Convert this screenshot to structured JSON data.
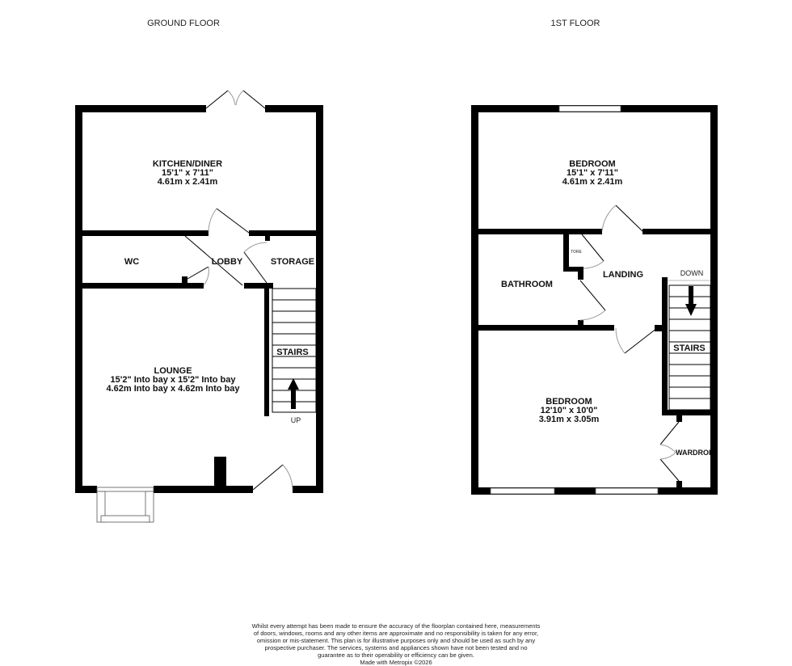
{
  "floors": [
    {
      "title": "GROUND FLOOR",
      "rooms": {
        "kitchen": {
          "name": "KITCHEN/DINER",
          "imperial": "15'1\"  x 7'11\"",
          "metric": "4.61m  x 2.41m"
        },
        "wc": {
          "name": "WC"
        },
        "lobby": {
          "name": "LOBBY"
        },
        "storage": {
          "name": "STORAGE"
        },
        "stairs": {
          "name": "STAIRS",
          "direction": "UP"
        },
        "lounge": {
          "name": "LOUNGE",
          "imperial": "15'2\" Into bay x 15'2\" Into bay",
          "metric": "4.62m Into bay x 4.62m Into bay"
        }
      }
    },
    {
      "title": "1ST FLOOR",
      "rooms": {
        "bedroom1": {
          "name": "BEDROOM",
          "imperial": "15'1\"  x 7'11\"",
          "metric": "4.61m  x 2.41m"
        },
        "store": {
          "name": "TORE"
        },
        "landing": {
          "name": "LANDING"
        },
        "bathroom": {
          "name": "BATHROOM"
        },
        "stairs": {
          "name": "STAIRS",
          "direction": "DOWN"
        },
        "bedroom2": {
          "name": "BEDROOM",
          "imperial": "12'10\"  x 10'0\"",
          "metric": "3.91m  x 3.05m"
        },
        "wardrobe": {
          "name": "WARDROI"
        }
      }
    }
  ],
  "disclaimer": "Whilst every attempt has been made to ensure the accuracy of the floorplan contained here, measurements of doors, windows, rooms and any other items are approximate and no responsibility is taken for any error, omission or mis-statement. This plan is for illustrative purposes only and should be used as such by any prospective purchaser. The services, systems and appliances shown have not been tested and no guarantee as to their operability or efficiency can be given.",
  "credit": "Made with Metropix ©2026"
}
